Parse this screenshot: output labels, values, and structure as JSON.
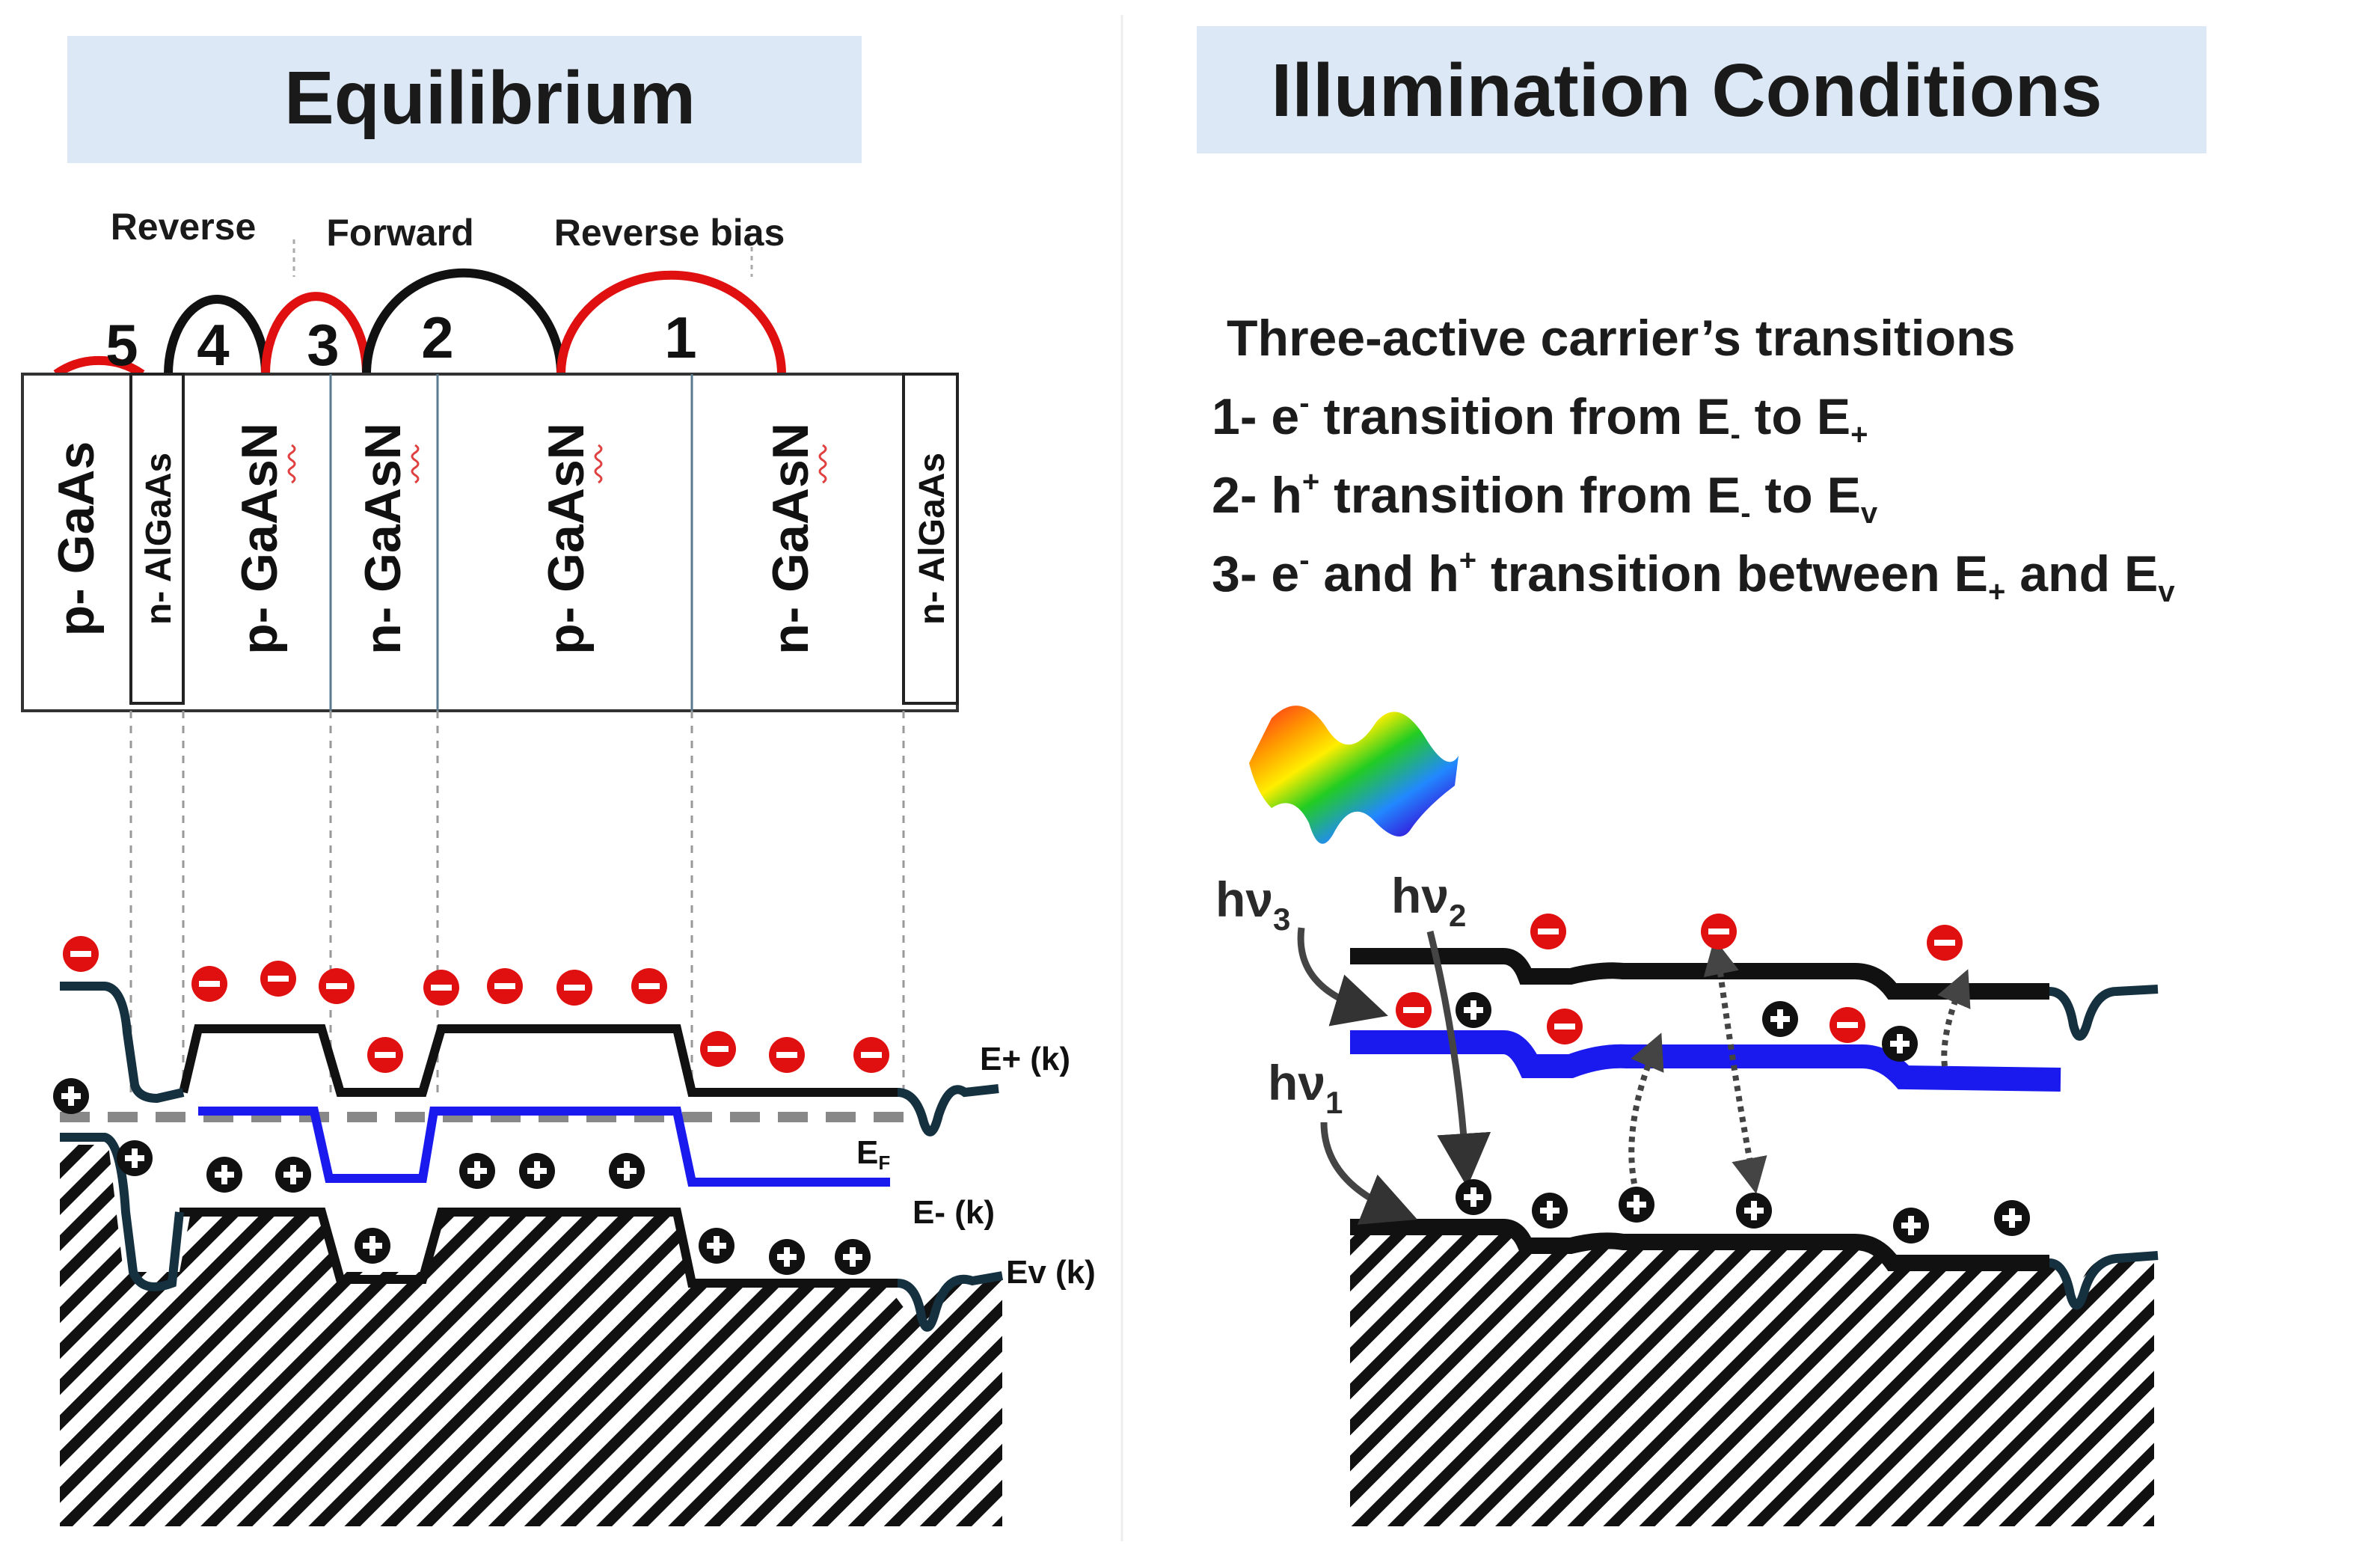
{
  "left_panel": {
    "title": "Equilibrium",
    "bias_labels": [
      "Reverse",
      "Forward",
      "Reverse bias"
    ],
    "junctions": [
      "5",
      "4",
      "3",
      "2",
      "1"
    ],
    "layers": [
      "p- GaAs",
      "n- AlGaAs",
      "p- GaAsN",
      "n- GaAsN",
      "p- GaAsN",
      "n- GaAsN",
      "n- AlGaAs"
    ],
    "band_labels": {
      "e_plus": "E+ (k)",
      "fermi": "E",
      "fermi_sub": "F",
      "e_minus": "E- (k)",
      "ev": "Ev (k)"
    }
  },
  "right_panel": {
    "title": "Illumination Conditions",
    "transitions_heading": "Three-active carrier’s transitions",
    "transitions": [
      {
        "prefix": "1- e",
        "sup": "-",
        "mid": " transition from E",
        "sub1": "-",
        "mid2": " to E",
        "sub2": "+"
      },
      {
        "prefix": "2- h",
        "sup": "+",
        "mid": " transition from E",
        "sub1": "-",
        "mid2": " to E",
        "sub2": "v"
      },
      {
        "prefix": "3- e",
        "sup": "-",
        "mid": " and h",
        "sup2": "+",
        "mid2": " transition between E",
        "sub1": "+",
        "mid3": " and E",
        "sub2": "v"
      }
    ],
    "photons": [
      {
        "label": "hν",
        "sub": "3"
      },
      {
        "label": "hν",
        "sub": "2"
      },
      {
        "label": "hν",
        "sub": "1"
      }
    ]
  },
  "colors": {
    "title_bg": "#dce8f5",
    "electron": "#e01010",
    "red_arc": "#e01010",
    "black_arc": "#111111",
    "e_minus_band": "#1a1aee",
    "band_teal": "#15303f",
    "fermi_dash": "#888888"
  }
}
